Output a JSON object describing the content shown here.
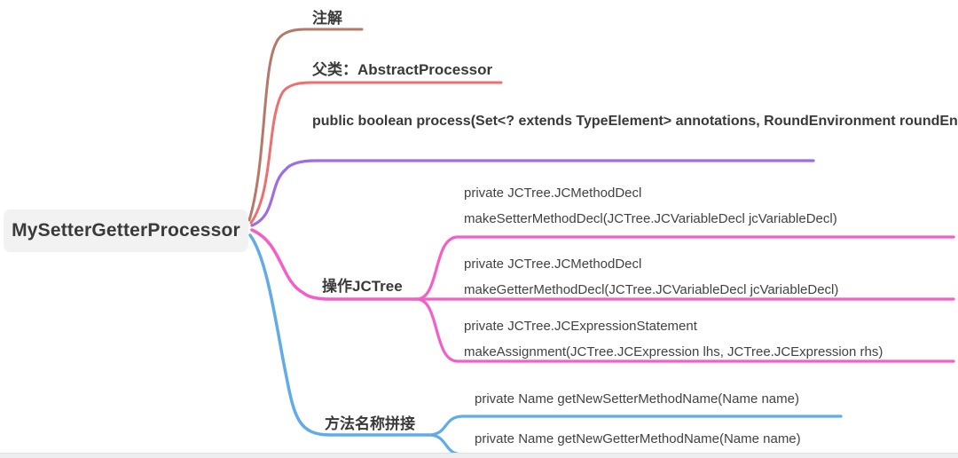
{
  "palette": {
    "brown": "#b5796a",
    "red": "#ed6f70",
    "purple": "#9c6ee2",
    "pink": "#f35fc5",
    "blue": "#61ace6",
    "root_bg": "#f2f2f3",
    "text": "#3b3b3b"
  },
  "root": {
    "label": "MySetterGetterProcessor"
  },
  "branches": {
    "annotation": {
      "label": "注解",
      "color": "brown"
    },
    "superclass": {
      "label": "父类：AbstractProcessor",
      "color": "red"
    },
    "process_method": {
      "line1": "public boolean process(Set<? extends TypeElement> annotations,",
      "line2": "RoundEnvironment roundEnv)",
      "color": "purple"
    },
    "jctree_ops": {
      "label": "操作JCTree",
      "color": "pink",
      "children": [
        {
          "line1": "private JCTree.JCMethodDecl",
          "line2": "makeSetterMethodDecl(JCTree.JCVariableDecl jcVariableDecl)"
        },
        {
          "line1": "private JCTree.JCMethodDecl",
          "line2": "makeGetterMethodDecl(JCTree.JCVariableDecl jcVariableDecl)"
        },
        {
          "line1": "private JCTree.JCExpressionStatement",
          "line2": "makeAssignment(JCTree.JCExpression lhs, JCTree.JCExpression rhs)"
        }
      ]
    },
    "method_naming": {
      "label": "方法名称拼接",
      "color": "blue",
      "children": [
        {
          "line1": "private Name getNewSetterMethodName(Name name)"
        },
        {
          "line1": "private Name getNewGetterMethodName(Name name)"
        }
      ]
    }
  }
}
